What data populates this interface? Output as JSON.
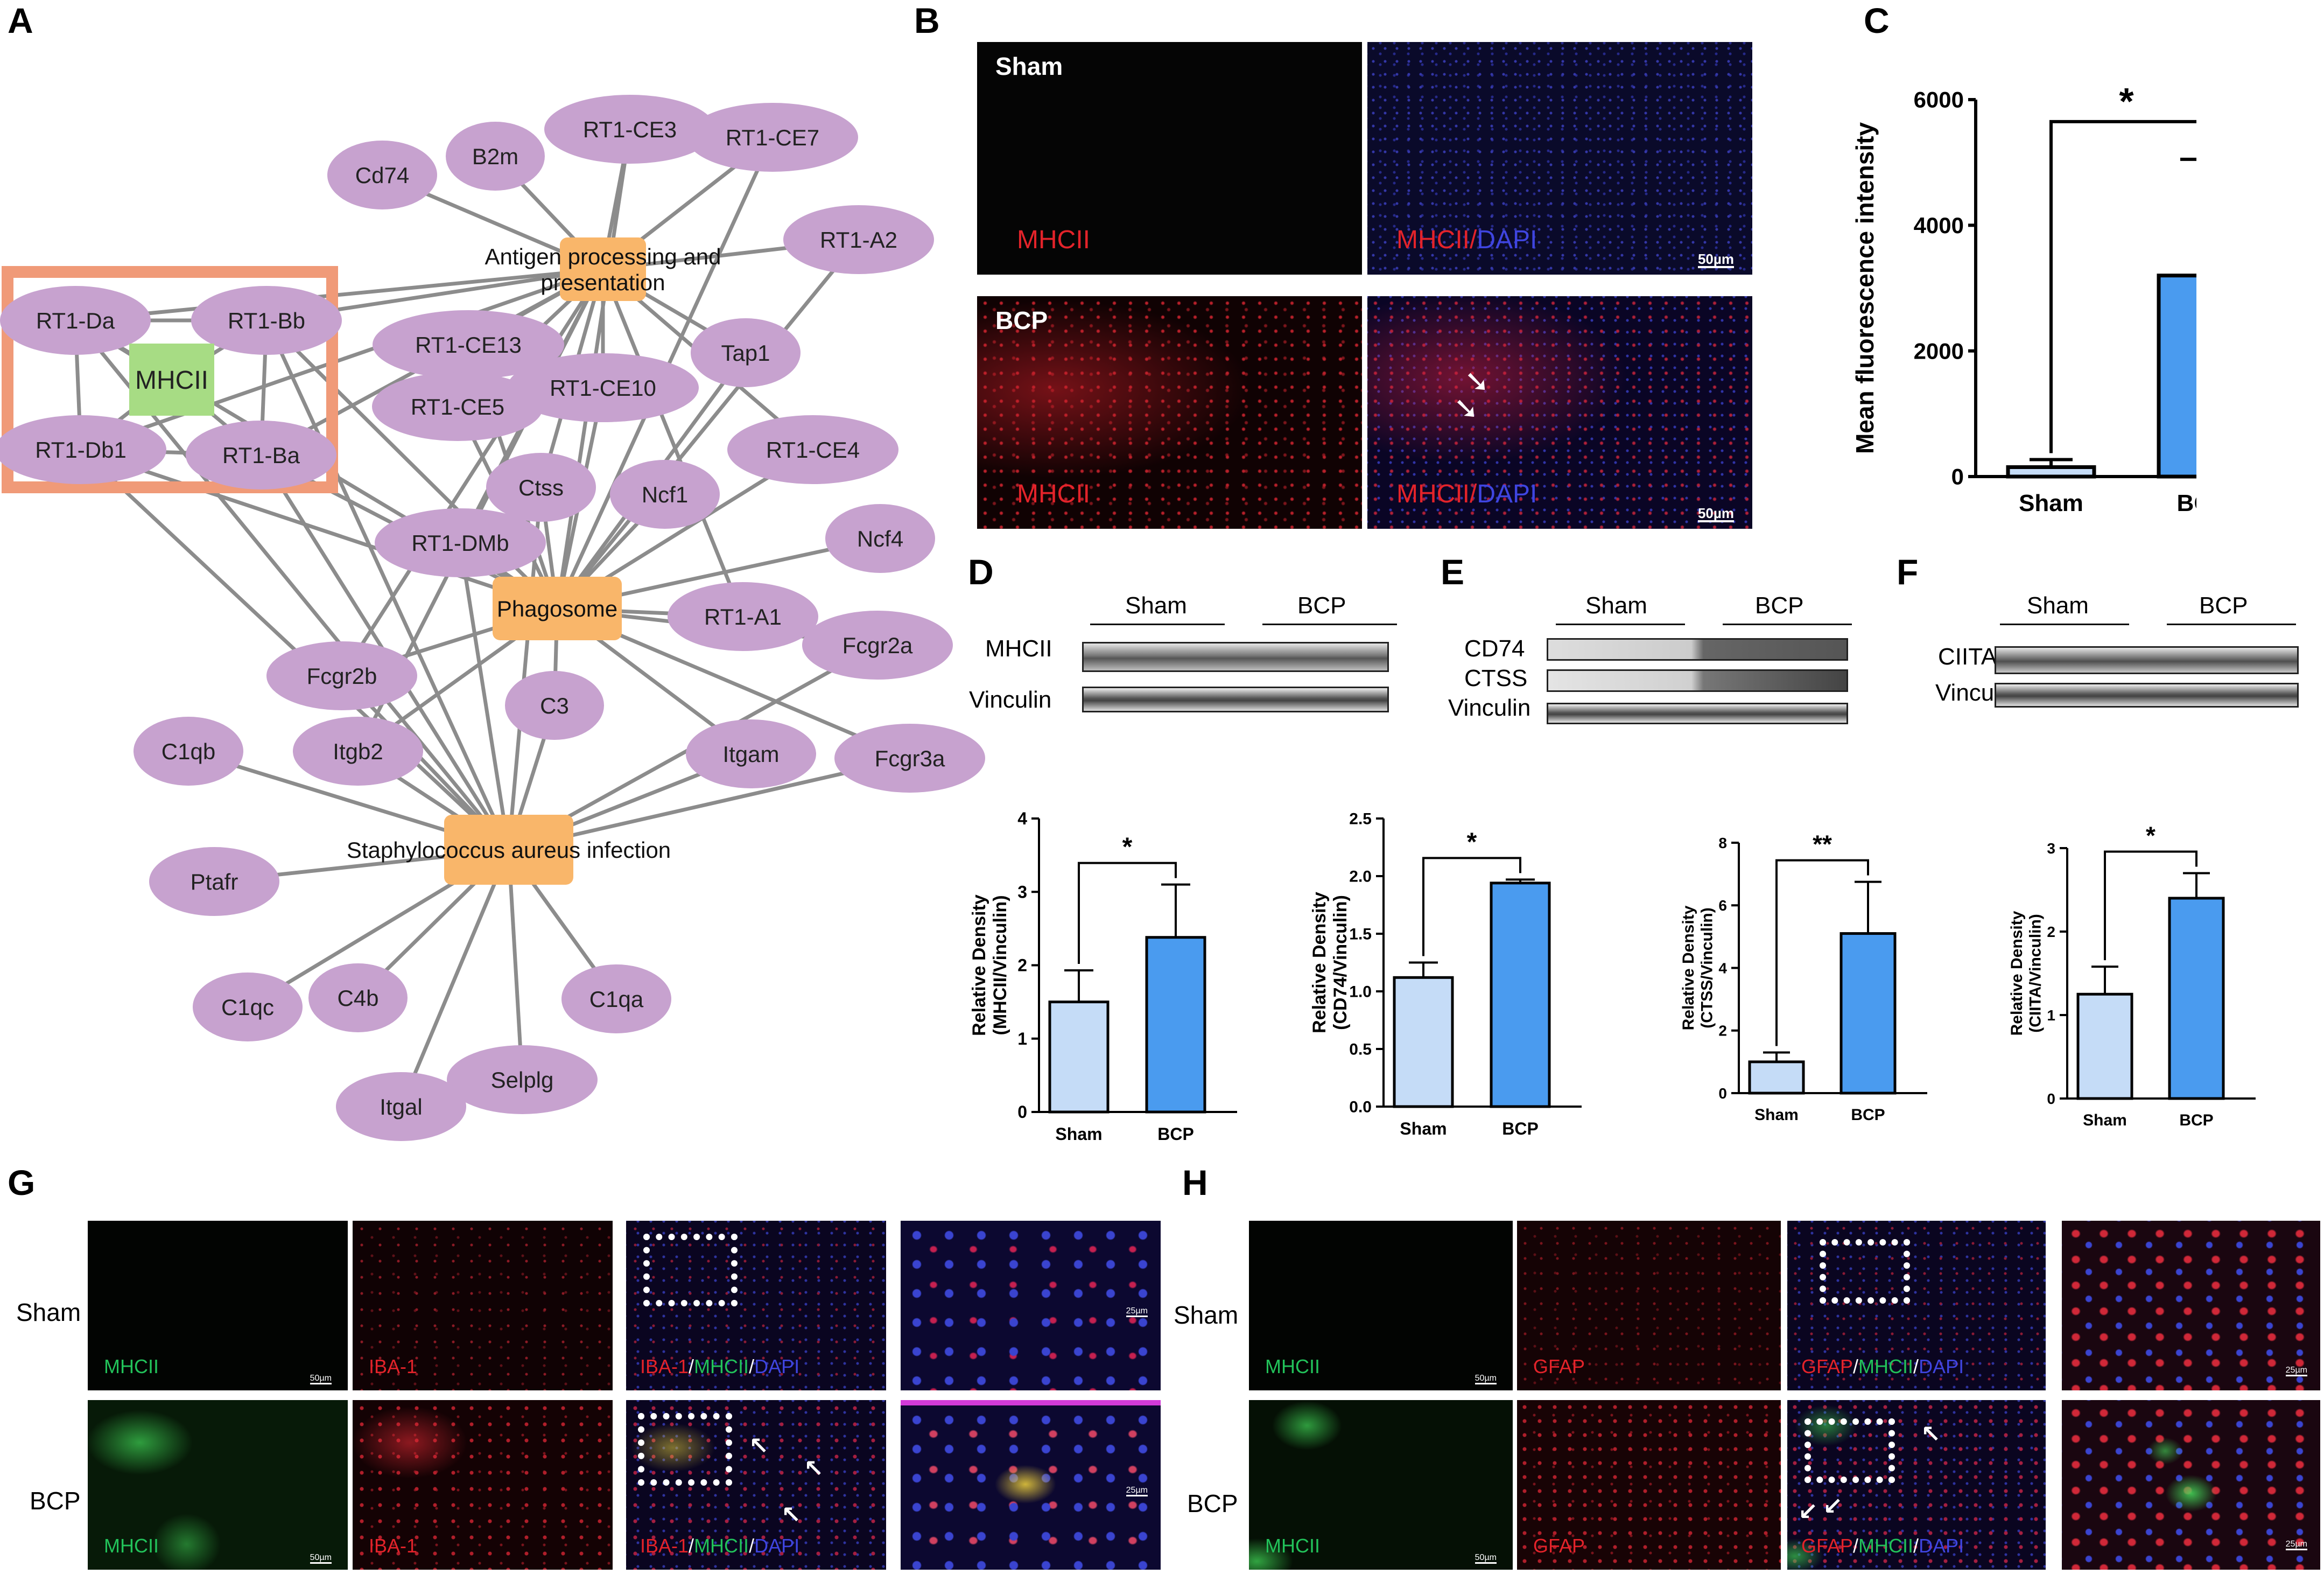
{
  "panels": {
    "A": "A",
    "B": "B",
    "C": "C",
    "D": "D",
    "E": "E",
    "F": "F",
    "G": "G",
    "H": "H"
  },
  "network": {
    "box_label": "MHCII",
    "hub_antigen_line1": "Antigen processing and",
    "hub_antigen_line2": "presentation",
    "hub_phagosome": "Phagosome",
    "hub_staph": "Staphylococcus aureus infection",
    "genes": {
      "cd74": "Cd74",
      "b2m": "B2m",
      "rt1ce3": "RT1-CE3",
      "rt1ce7": "RT1-CE7",
      "rt1a2": "RT1-A2",
      "rt1da": "RT1-Da",
      "rt1bb": "RT1-Bb",
      "rt1db1": "RT1-Db1",
      "rt1ba": "RT1-Ba",
      "rt1ce13": "RT1-CE13",
      "tap1": "Tap1",
      "rt1ce5": "RT1-CE5",
      "rt1ce10": "RT1-CE10",
      "rt1ce4": "RT1-CE4",
      "ctss": "Ctss",
      "ncf1": "Ncf1",
      "rt1dmb": "RT1-DMb",
      "ncf4": "Ncf4",
      "rt1a1": "RT1-A1",
      "fcgr2a": "Fcgr2a",
      "fcgr2b": "Fcgr2b",
      "c3": "C3",
      "c1qb": "C1qb",
      "itgb2": "Itgb2",
      "itgam": "Itgam",
      "fcgr3a": "Fcgr3a",
      "ptafr": "Ptafr",
      "c1qc": "C1qc",
      "c4b": "C4b",
      "c1qa": "C1qa",
      "selplg": "Selplg",
      "itgal": "Itgal"
    },
    "colors": {
      "gene": "#c7a2cf",
      "hub": "#f9b66a",
      "mhcii": "#a7dc84",
      "box": "#f09a78",
      "edge": "#8c8c8c"
    }
  },
  "panelB": {
    "sham": "Sham",
    "bcp": "BCP",
    "mhcii": "MHCII",
    "dapi": "DAPI",
    "slash": "/",
    "scale": "50µm"
  },
  "panelG": {
    "sham": "Sham",
    "bcp": "BCP",
    "mhcii": "MHCII",
    "iba1": "IBA-1",
    "dapi": "DAPI",
    "slash": "/",
    "scale50": "50µm",
    "scale25": "25µm"
  },
  "panelH": {
    "sham": "Sham",
    "bcp": "BCP",
    "mhcii": "MHCII",
    "gfap": "GFAP",
    "dapi": "DAPI",
    "slash": "/",
    "scale50": "50µm",
    "scale25": "25µm"
  },
  "blots": {
    "D": {
      "sham": "Sham",
      "bcp": "BCP",
      "rows": [
        "MHCII",
        "Vinculin"
      ]
    },
    "E": {
      "sham": "Sham",
      "bcp": "BCP",
      "rows": [
        "CD74",
        "CTSS",
        "Vinculin"
      ]
    },
    "F": {
      "sham": "Sham",
      "bcp": "BCP",
      "rows": [
        "CIITA",
        "Vinculin"
      ]
    }
  },
  "chart_data": [
    {
      "panel": "C",
      "type": "bar",
      "categories": [
        "Sham",
        "BCP"
      ],
      "values": [
        150,
        3200
      ],
      "errors": [
        120,
        1850
      ],
      "ylabel": "Mean fluorescence intensity",
      "ylim": [
        0,
        6000
      ],
      "yticks": [
        "0",
        "2000",
        "4000",
        "6000"
      ],
      "significance": "*",
      "colors": [
        "#c5dcf7",
        "#4a9bef"
      ]
    },
    {
      "panel": "D1",
      "type": "bar",
      "categories": [
        "Sham",
        "BCP"
      ],
      "values": [
        1.5,
        2.38
      ],
      "errors": [
        0.43,
        0.72
      ],
      "ylabel_line1": "Relative Density",
      "ylabel_line2": "(MHCII/Vinculin)",
      "ylim": [
        0,
        4
      ],
      "yticks": [
        "0",
        "1",
        "2",
        "3",
        "4"
      ],
      "significance": "*",
      "colors": [
        "#c5dcf7",
        "#4a9bef"
      ]
    },
    {
      "panel": "E1",
      "type": "bar",
      "categories": [
        "Sham",
        "BCP"
      ],
      "values": [
        1.12,
        1.94
      ],
      "errors": [
        0.13,
        0.03
      ],
      "ylabel_line1": "Relative Density",
      "ylabel_line2": "(CD74/Vinculin)",
      "ylim": [
        0,
        2.5
      ],
      "yticks": [
        "0.0",
        "0.5",
        "1.0",
        "1.5",
        "2.0",
        "2.5"
      ],
      "significance": "*",
      "colors": [
        "#c5dcf7",
        "#4a9bef"
      ]
    },
    {
      "panel": "E2",
      "type": "bar",
      "categories": [
        "Sham",
        "BCP"
      ],
      "values": [
        1.0,
        5.1
      ],
      "errors": [
        0.3,
        1.65
      ],
      "ylabel_line1": "Relative Density",
      "ylabel_line2": "(CTSS/Vinculin)",
      "ylim": [
        0,
        8
      ],
      "yticks": [
        "0",
        "2",
        "4",
        "6",
        "8"
      ],
      "significance": "**",
      "colors": [
        "#c5dcf7",
        "#4a9bef"
      ]
    },
    {
      "panel": "F1",
      "type": "bar",
      "categories": [
        "Sham",
        "BCP"
      ],
      "values": [
        1.25,
        2.4
      ],
      "errors": [
        0.33,
        0.3
      ],
      "ylabel_line1": "Relative Density",
      "ylabel_line2": "(CIITA/Vinculin)",
      "ylim": [
        0,
        3
      ],
      "yticks": [
        "0",
        "1",
        "2",
        "3"
      ],
      "significance": "*",
      "colors": [
        "#c5dcf7",
        "#4a9bef"
      ]
    }
  ]
}
